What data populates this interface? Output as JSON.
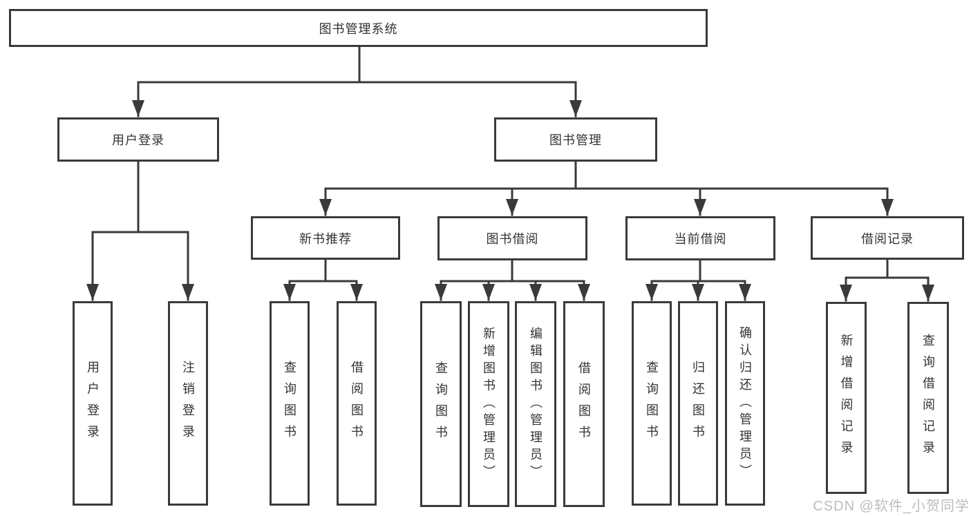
{
  "diagram": {
    "type": "hierarchy-tree",
    "tree": {
      "root": {
        "label": "图书管理系统",
        "children": [
          {
            "label": "用户登录",
            "children": [
              {
                "label": "用户登录"
              },
              {
                "label": "注销登录"
              }
            ]
          },
          {
            "label": "图书管理",
            "children": [
              {
                "label": "新书推荐",
                "children": [
                  {
                    "label": "查询图书"
                  },
                  {
                    "label": "借阅图书"
                  }
                ]
              },
              {
                "label": "图书借阅",
                "children": [
                  {
                    "label": "查询图书"
                  },
                  {
                    "label": "新增图书（管理员）"
                  },
                  {
                    "label": "编辑图书（管理员）"
                  },
                  {
                    "label": "借阅图书"
                  }
                ]
              },
              {
                "label": "当前借阅",
                "children": [
                  {
                    "label": "查询图书"
                  },
                  {
                    "label": "归还图书"
                  },
                  {
                    "label": "确认归还（管理员）"
                  }
                ]
              },
              {
                "label": "借阅记录",
                "children": [
                  {
                    "label": "新增借阅记录"
                  },
                  {
                    "label": "查询借阅记录"
                  }
                ]
              }
            ]
          }
        ]
      }
    },
    "colors": {
      "line": "#3a3a3a",
      "box_border": "#3a3a3a",
      "text": "#333333",
      "background": "#ffffff",
      "watermark": "#b9b9b9"
    }
  },
  "watermark": {
    "text": "CSDN @软件_小贺同学"
  }
}
